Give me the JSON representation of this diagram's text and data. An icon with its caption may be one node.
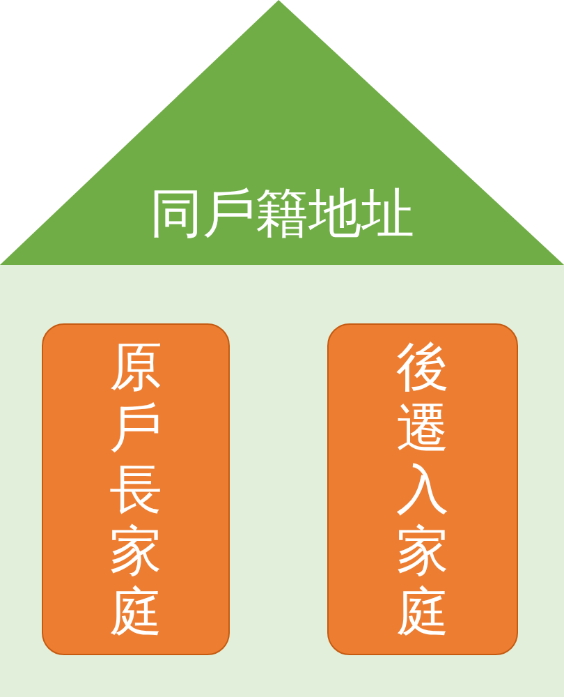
{
  "diagram": {
    "nodes": [
      {
        "text": [
          "同戶籍地址"
        ]
      },
      {
        "text": [],
        "shape": "box"
      },
      {
        "text": [
          "原戶長家庭"
        ],
        "in": 1
      },
      {
        "text": [
          "後遷入家庭"
        ],
        "in": 1
      }
    ]
  }
}
